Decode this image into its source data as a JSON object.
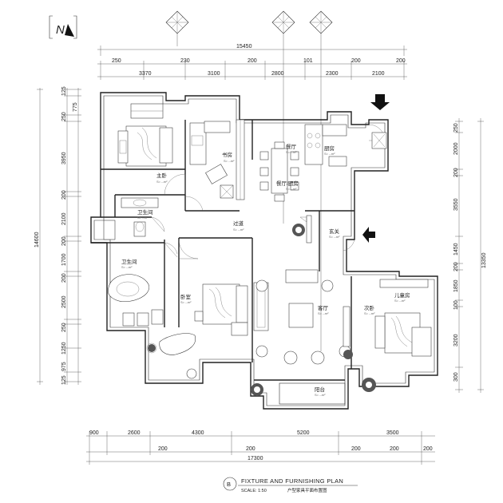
{
  "north_mark": "N",
  "dims_top": {
    "overall": "15450",
    "row1": [
      "250",
      "230",
      "200",
      "101",
      "200",
      "200"
    ],
    "row2": [
      "3370",
      "3100",
      "2800",
      "2300",
      "2100"
    ]
  },
  "dims_left": [
    "125",
    "775",
    "250",
    "3950",
    "200",
    "2100",
    "200",
    "1700",
    "200",
    "2500",
    "250",
    "1250",
    "975",
    "125"
  ],
  "dims_left_total": "14600",
  "dims_right": [
    "250",
    "2000",
    "200",
    "3550",
    "1450",
    "200",
    "1850",
    "100",
    "3200",
    "300"
  ],
  "dims_right_total": "13350",
  "dims_bottom": {
    "row1": [
      "900",
      "2600",
      "4300",
      "5200",
      "3500"
    ],
    "row2": [
      "200",
      "200",
      "200",
      "200",
      "200"
    ],
    "overall": "17300"
  },
  "rooms": {
    "master_bedroom": "主卧",
    "study": "书房",
    "dining": "餐厅",
    "kitchen": "厨房",
    "dining_kitchen": "餐厅/厨房",
    "bath_1": "卫生间",
    "corridor": "过道",
    "entrance": "玄关",
    "bath_2": "卫生间",
    "bedroom": "卧室",
    "living": "客厅",
    "kid_room": "儿童房",
    "second_bedroom": "次卧",
    "balcony": "阳台"
  },
  "room_area": "S= --m²",
  "title": {
    "marker": "B",
    "main": "FIXTURE AND FURNISHING PLAN",
    "scale": "SCALE: 1:50",
    "cn": "户型家具平面布置图"
  }
}
